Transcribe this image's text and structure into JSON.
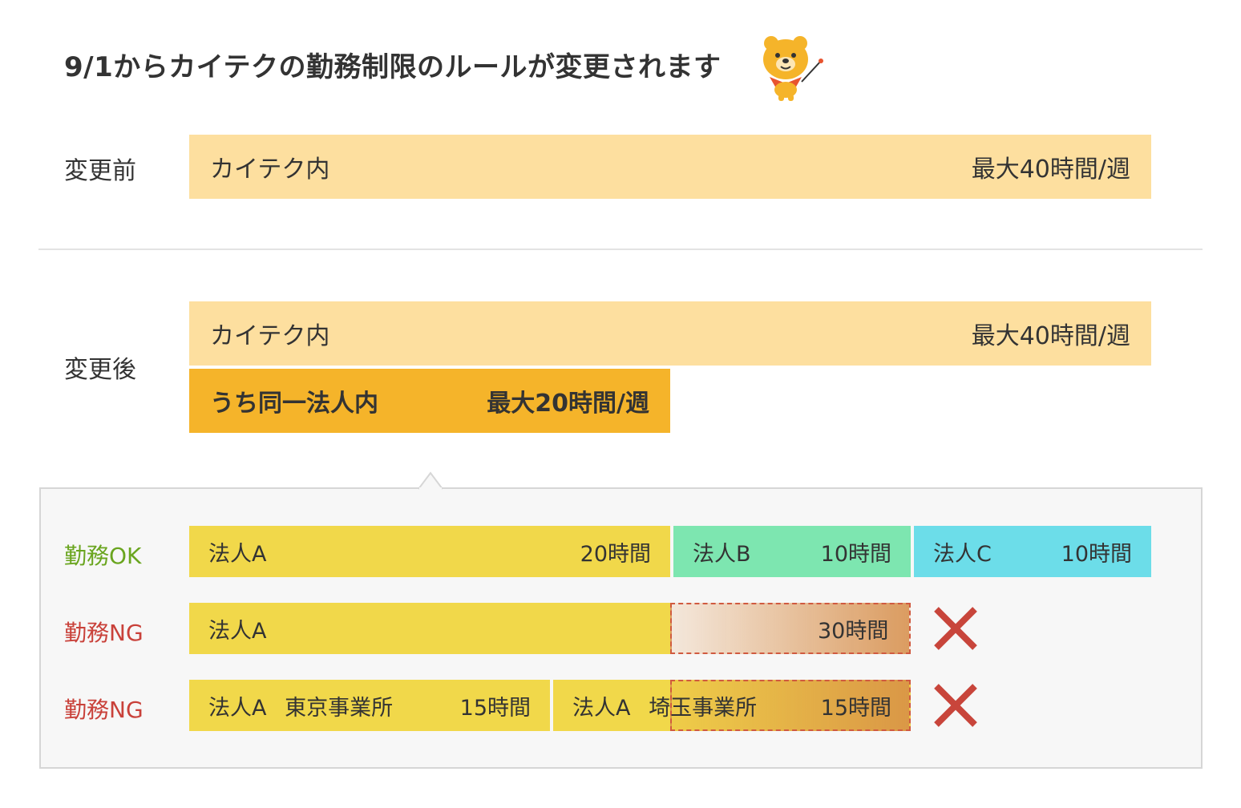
{
  "header": {
    "title": "9/1からカイテクの勤務制限のルールが変更されます",
    "mascot_icon": "bear-mascot-icon"
  },
  "before": {
    "label": "変更前",
    "bar_label": "カイテク内",
    "bar_value": "最大40時間/週"
  },
  "after": {
    "label": "変更後",
    "bar_label": "カイテク内",
    "bar_value": "最大40時間/週",
    "sub_label": "うち同一法人内",
    "sub_value": "最大20時間/週"
  },
  "examples": [
    {
      "status": "勤務OK",
      "segments": [
        {
          "name": "法人A",
          "hours": "20時間"
        },
        {
          "name": "法人B",
          "hours": "10時間"
        },
        {
          "name": "法人C",
          "hours": "10時間"
        }
      ]
    },
    {
      "status": "勤務NG",
      "segments": [
        {
          "name": "法人A",
          "hours": "30時間"
        }
      ]
    },
    {
      "status": "勤務NG",
      "segments": [
        {
          "name": "法人A",
          "office": "東京事業所",
          "hours": "15時間"
        },
        {
          "name": "法人A",
          "office": "埼玉事業所",
          "hours": "15時間"
        }
      ]
    }
  ],
  "colors": {
    "light_bar": "#fddf9f",
    "dark_bar": "#f5b42a",
    "corp_a": "#f1d84a",
    "corp_b": "#7de6b0",
    "corp_c": "#6cdde9",
    "ok": "#6aa51f",
    "ng": "#c9413a",
    "cross": "#c8453b"
  }
}
